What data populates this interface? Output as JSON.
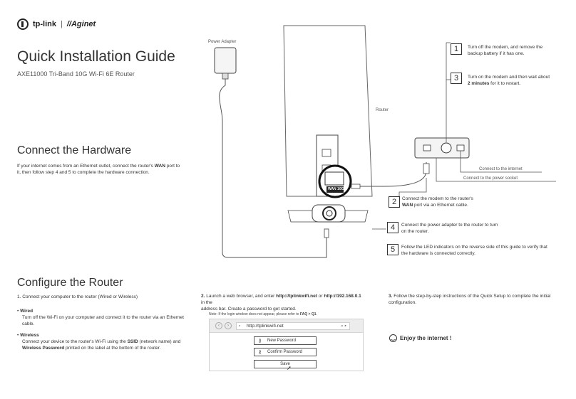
{
  "header": {
    "brand_tplink": "tp-link",
    "brand_separator": "|",
    "brand_aginet": "Aginet",
    "title": "Quick Installation Guide",
    "subtitle": "AXE11000 Tri-Band 10G Wi-Fi 6E Router"
  },
  "hardware": {
    "heading": "Connect the Hardware",
    "intro_1": "If your internet comes from an Ethernet outlet, connect the router's ",
    "intro_wan": "WAN",
    "intro_2": " port to",
    "intro_3": "it, then follow step 4 and 5 to complete the hardware connection."
  },
  "diagram": {
    "power_adapter_label": "Power Adapter",
    "router_label": "Router",
    "wan_label": "WAN 10G",
    "connect_internet": "Connect to the internet",
    "connect_power": "Connect to the power socket"
  },
  "steps": [
    {
      "num": "1",
      "line1": "Turn off the modem, and remove the",
      "line2": "backup battery if it has one."
    },
    {
      "num": "3",
      "line1": "Turn on the modem and then wait about",
      "line2_bold": "2 minutes",
      "line2_rest": " for it to restart."
    },
    {
      "num": "2",
      "line1": "Connect the modem to the router's",
      "line2_bold": "WAN",
      "line2_rest": " port via an Ethernet cable."
    },
    {
      "num": "4",
      "line1": "Connect the power adapter to the router to turn",
      "line2": "on the router."
    },
    {
      "num": "5",
      "line1": "Follow the LED indicators on the reverse side of this guide to verify that",
      "line2": "the hardware is connected correctly."
    }
  ],
  "configure": {
    "heading": "Configure the Router",
    "step1": "1. Connect your computer to the router (Wired or Wireless)",
    "wired_title": "Wired",
    "wired_line1": "Turn off the Wi-Fi on your computer and connect it to the router via an Ethernet",
    "wired_line2": "cable.",
    "wireless_title": "Wireless",
    "wireless_line1a": "Connect your device to the router's Wi-Fi using the ",
    "wireless_ssid": "SSID",
    "wireless_line1b": " (network name) and",
    "wireless_pw": "Wireless Password",
    "wireless_line2b": " printed on the label at the bottom of the router.",
    "step2_num": "2.",
    "step2_a": " Launch a web browser, and enter ",
    "step2_url1": "http://tplinkwifi.net",
    "step2_or": " or ",
    "step2_url2": "http://192.168.0.1",
    "step2_b": " in the",
    "step2_c": "address bar. Create a password to get started.",
    "note_a": "Note: If the login window does not appear, please refer to ",
    "note_faq": "FAQ > Q1",
    "note_b": ".",
    "url_value": "http://tplinkwifi.net",
    "new_password": "New Password",
    "confirm_password": "Confirm Password",
    "save": "Save",
    "step3_num": "3.",
    "step3_a": " Follow the step-by-step instructions of the Quick Setup to complete the initial",
    "step3_b": "configuration.",
    "enjoy": "Enjoy the internet !"
  }
}
